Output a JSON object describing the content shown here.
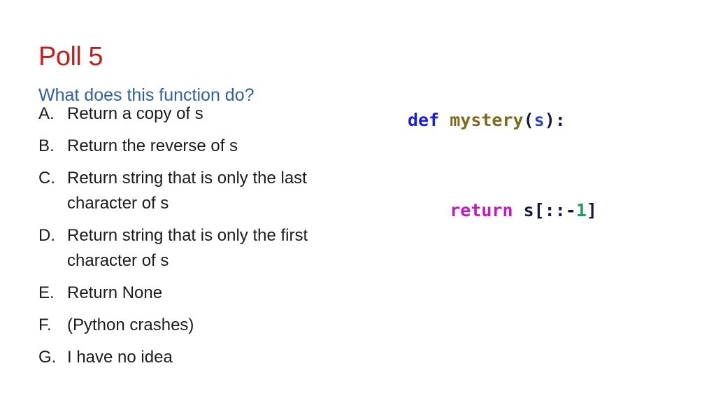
{
  "slide": {
    "title": "Poll 5",
    "title_color": "#c21e1e",
    "question": "What does this function do?",
    "question_color": "#31619c",
    "body_text_color": "#1b1b1b",
    "options": [
      {
        "letter": "A.",
        "text": "Return a copy of s"
      },
      {
        "letter": "B.",
        "text": "Return the reverse of s"
      },
      {
        "letter": "C.",
        "text": "Return string that is only the last character of s"
      },
      {
        "letter": "D.",
        "text": "Return string that is only the first character of s"
      },
      {
        "letter": "E.",
        "text": "Return None"
      },
      {
        "letter": "F.",
        "text": "(Python crashes)"
      },
      {
        "letter": "G.",
        "text": "I have no idea"
      }
    ],
    "code": {
      "lines": [
        {
          "tokens": [
            {
              "text": "def",
              "color": "#1c1ce8"
            },
            {
              "text": " ",
              "color": "#1b1b1b"
            },
            {
              "text": "mystery",
              "color": "#7c6a1e"
            },
            {
              "text": "(",
              "color": "#16163a"
            },
            {
              "text": "s",
              "color": "#2843c8"
            },
            {
              "text": "):",
              "color": "#16163a"
            }
          ]
        },
        {
          "tokens": [
            {
              "text": "    ",
              "color": "#1b1b1b"
            },
            {
              "text": "return",
              "color": "#c119c1"
            },
            {
              "text": " s[::-",
              "color": "#16163a"
            },
            {
              "text": "1",
              "color": "#219a61"
            },
            {
              "text": "]",
              "color": "#16163a"
            }
          ]
        }
      ]
    }
  }
}
